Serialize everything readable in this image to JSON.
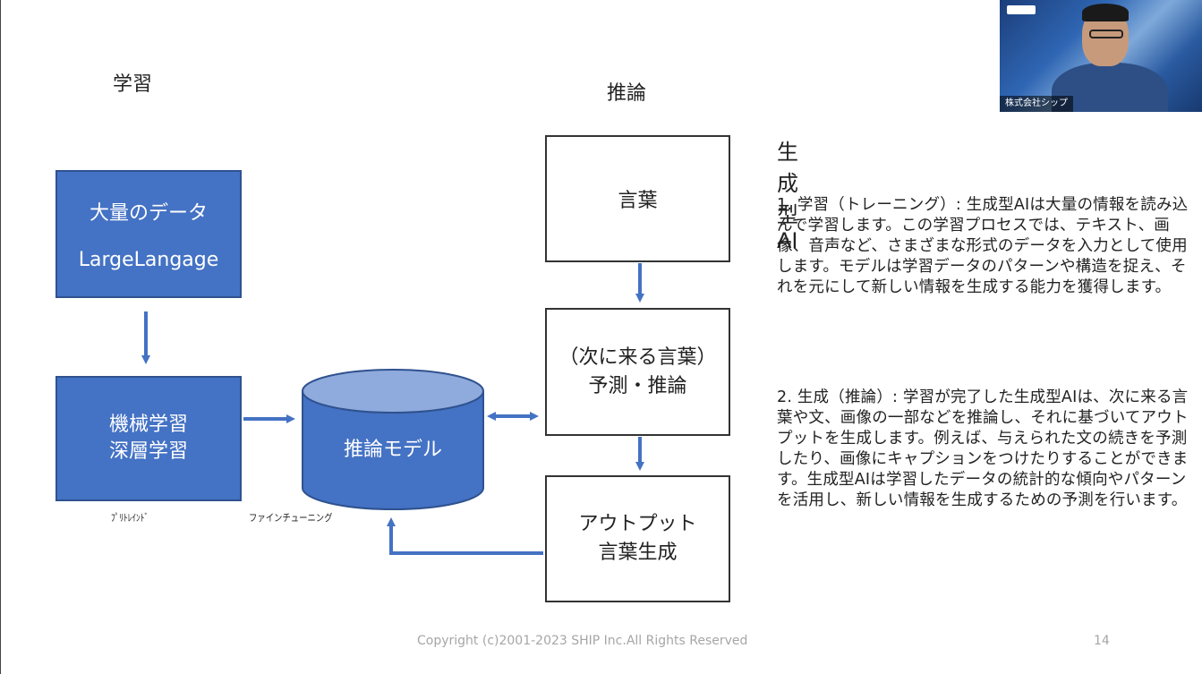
{
  "headings": {
    "learning": "学習",
    "inference": "推論"
  },
  "left_boxes": {
    "data": {
      "line1": "大量のデータ",
      "line2": "LargeLangage"
    },
    "ml": {
      "line1": "機械学習",
      "line2": "深層学習"
    }
  },
  "cylinder": {
    "label": "推論モデル"
  },
  "right_boxes": {
    "words": "言葉",
    "predict": {
      "line1": "（次に来る言葉）",
      "line2": "予測・推論"
    },
    "output": {
      "line1": "アウトプット",
      "line2": "言葉生成"
    }
  },
  "small_labels": {
    "pretrain": "ﾌﾟﾘﾄﾚｲﾝﾄﾞ",
    "finetune": "ファインチューニング"
  },
  "text_panel": {
    "title": "生成型AI",
    "para1": "1. 学習（トレーニング）: 生成型AIは大量の情報を読み込んで学習します。この学習プロセスでは、テキスト、画像、音声など、さまざまな形式のデータを入力として使用します。モデルは学習データのパターンや構造を捉え、それを元にして新しい情報を生成する能力を獲得します。",
    "para2": "2. 生成（推論）: 学習が完了した生成型AIは、次に来る言葉や文、画像の一部などを推論し、それに基づいてアウトプットを生成します。例えば、与えられた文の続きを予測したり、画像にキャプションをつけたりすることができます。生成型AIは学習したデータの統計的な傾向やパターンを活用し、新しい情報を生成するための予測を行います。"
  },
  "footer": {
    "copyright": "Copyright (c)2001-2023 SHIP Inc.All Rights Reserved",
    "page": "14"
  },
  "webcam": {
    "caption": "株式会社シップ"
  },
  "colors": {
    "box_fill": "#4472c4",
    "box_border": "#2f528f",
    "arrow": "#4472c4",
    "cylinder_top": "#8faadc"
  }
}
